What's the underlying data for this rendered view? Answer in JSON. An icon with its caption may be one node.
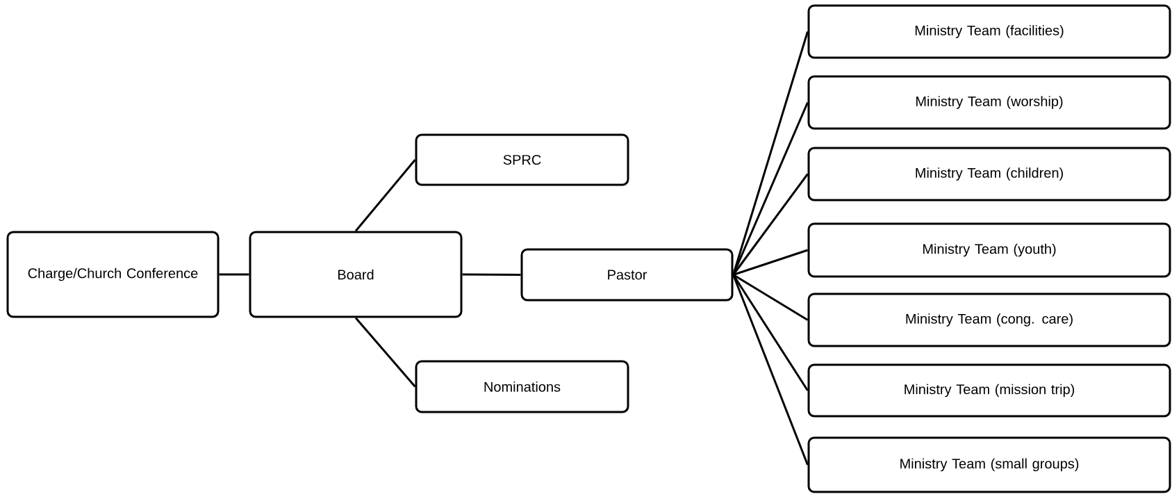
{
  "diagram": {
    "nodes": [
      {
        "text": [
          "Charge/Church Conference"
        ]
      },
      {
        "text": [
          "Board"
        ]
      },
      {
        "text": [
          "SPRC"
        ]
      },
      {
        "text": [
          "Nominations"
        ]
      },
      {
        "text": [
          "Pastor"
        ]
      },
      {
        "text": [
          "Ministry Team (facilities)"
        ]
      },
      {
        "text": [
          "Ministry Team (worship)"
        ]
      },
      {
        "text": [
          "Ministry Team (children)"
        ]
      },
      {
        "text": [
          "Ministry Team (youth)"
        ]
      },
      {
        "text": [
          "Ministry Team (cong. care)"
        ]
      },
      {
        "text": [
          "Ministry Team (mission trip)"
        ]
      },
      {
        "text": [
          "Ministry Team (small groups)"
        ]
      }
    ],
    "edges": [
      {
        "from": 0,
        "to": 1,
        "arrow": "none"
      },
      {
        "from": 1,
        "to": 2,
        "arrow": "none"
      },
      {
        "from": 1,
        "to": 3,
        "arrow": "none"
      },
      {
        "from": 1,
        "to": 4,
        "arrow": "none"
      },
      {
        "from": 4,
        "to": 5,
        "arrow": "none"
      },
      {
        "from": 4,
        "to": 6,
        "arrow": "none"
      },
      {
        "from": 4,
        "to": 7,
        "arrow": "none"
      },
      {
        "from": 4,
        "to": 8,
        "arrow": "none"
      },
      {
        "from": 4,
        "to": 9,
        "arrow": "none"
      },
      {
        "from": 4,
        "to": 10,
        "arrow": "none"
      },
      {
        "from": 4,
        "to": 11,
        "arrow": "none"
      }
    ]
  }
}
